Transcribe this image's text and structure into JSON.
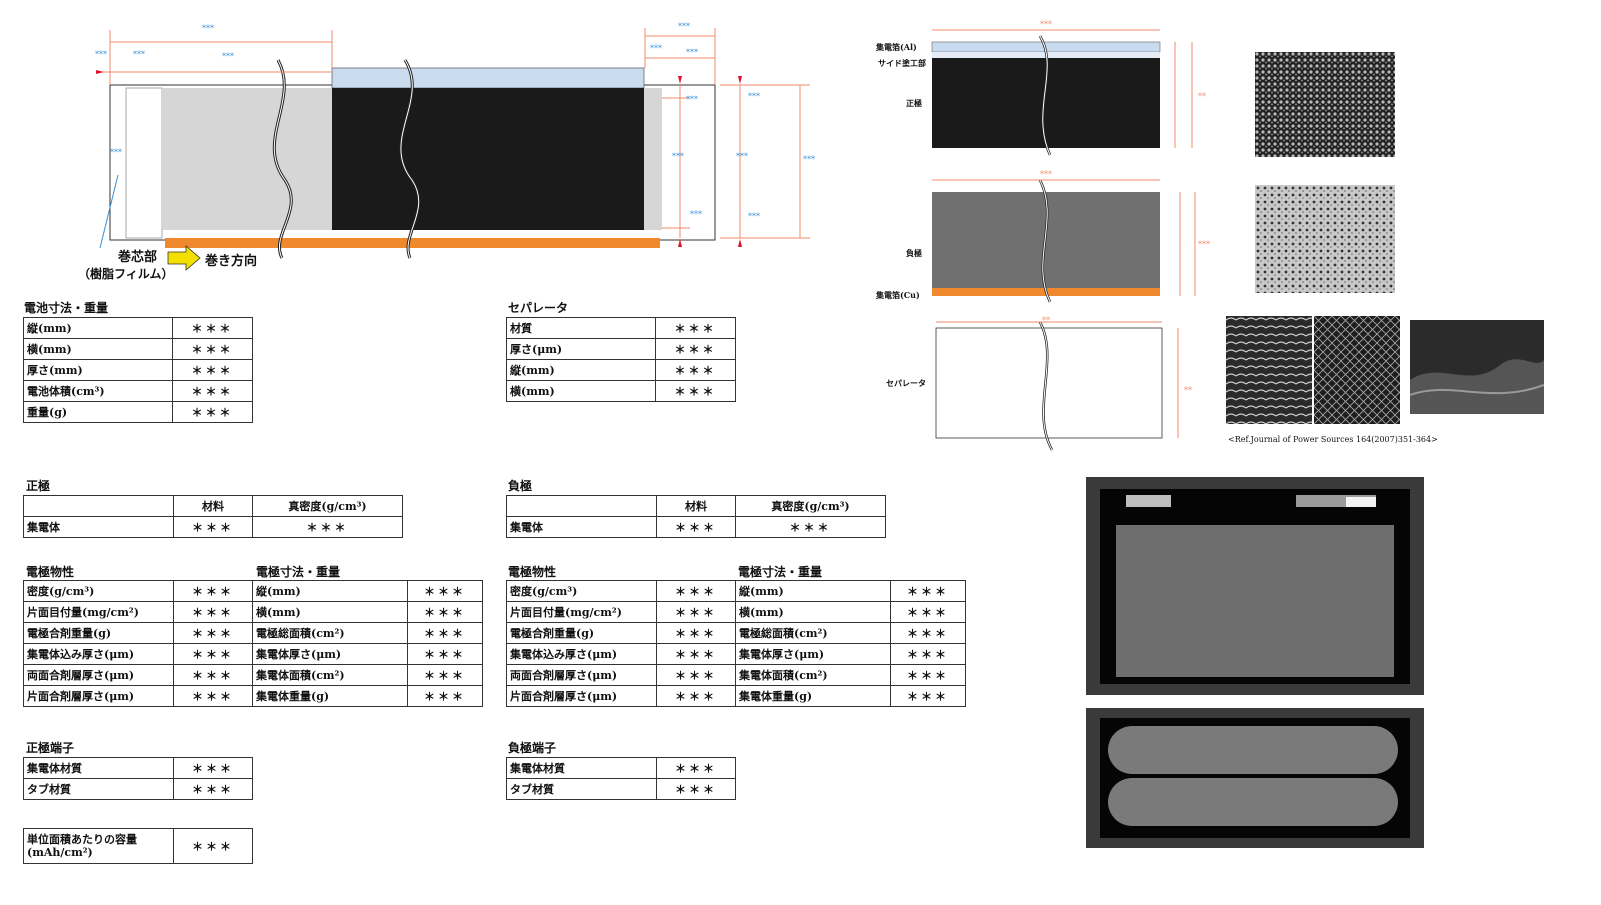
{
  "top_diagram": {
    "dims": {
      "d1": "***",
      "d2": "***",
      "d3": "***",
      "d4": "***",
      "d5": "***",
      "d6": "***",
      "d7": "***",
      "d8": "***",
      "d9": "***",
      "d10": "***",
      "d11": "***",
      "d12": "***",
      "d13": "***",
      "d14": "***",
      "d15": "***"
    },
    "core_label": "巻芯部",
    "film_label": "（樹脂フィルム）",
    "direction_label": "巻き方向"
  },
  "electrode_diagrams": {
    "cathode": {
      "collector_label": "集電箔(Al)",
      "side_label": "サイド塗工部",
      "electrode_label": "正極",
      "dim_top": "***",
      "dim_side": "**"
    },
    "anode": {
      "electrode_label": "負極",
      "collector_label": "集電箔(Cu)",
      "dim_top": "***",
      "dim_side": "***"
    },
    "separator": {
      "label": "セパレータ",
      "dim_top": "**",
      "dim_side": "**"
    },
    "reference": "<Ref.Journal of Power Sources 164(2007)351-364>"
  },
  "battery_dims": {
    "title": "電池寸法・重量",
    "rows": [
      {
        "label": "縦(mm)",
        "value": "＊＊＊"
      },
      {
        "label": "横(mm)",
        "value": "＊＊＊"
      },
      {
        "label": "厚さ(mm)",
        "value": "＊＊＊"
      },
      {
        "label": "電池体積(cm³)",
        "value": "＊＊＊"
      },
      {
        "label": "重量(g)",
        "value": "＊＊＊"
      }
    ]
  },
  "separator_table": {
    "title": "セパレータ",
    "rows": [
      {
        "label": "材質",
        "value": "＊＊＊"
      },
      {
        "label": "厚さ(μm)",
        "value": "＊＊＊"
      },
      {
        "label": "縦(mm)",
        "value": "＊＊＊"
      },
      {
        "label": "横(mm)",
        "value": "＊＊＊"
      }
    ]
  },
  "cathode": {
    "title": "正極",
    "header": {
      "material": "材料",
      "density": "真密度(g/cm³)"
    },
    "row": {
      "label": "集電体",
      "material": "＊＊＊",
      "density": "＊＊＊"
    },
    "props_title": "電極物性",
    "dims_title": "電極寸法・重量",
    "props": [
      {
        "label": "密度(g/cm³)",
        "value": "＊＊＊",
        "label2": "縦(mm)",
        "value2": "＊＊＊"
      },
      {
        "label": "片面目付量(mg/cm²)",
        "value": "＊＊＊",
        "label2": "横(mm)",
        "value2": "＊＊＊"
      },
      {
        "label": "電極合剤重量(g)",
        "value": "＊＊＊",
        "label2": "電極総面積(cm²)",
        "value2": "＊＊＊"
      },
      {
        "label": "集電体込み厚さ(μm)",
        "value": "＊＊＊",
        "label2": "集電体厚さ(μm)",
        "value2": "＊＊＊"
      },
      {
        "label": "両面合剤層厚さ(μm)",
        "value": "＊＊＊",
        "label2": "集電体面積(cm²)",
        "value2": "＊＊＊"
      },
      {
        "label": "片面合剤層厚さ(μm)",
        "value": "＊＊＊",
        "label2": "集電体重量(g)",
        "value2": "＊＊＊"
      }
    ],
    "terminal_title": "正極端子",
    "terminal": [
      {
        "label": "集電体材質",
        "value": "＊＊＊"
      },
      {
        "label": "タブ材質",
        "value": "＊＊＊"
      }
    ]
  },
  "anode": {
    "title": "負極",
    "header": {
      "material": "材料",
      "density": "真密度(g/cm³)"
    },
    "row": {
      "label": "集電体",
      "material": "＊＊＊",
      "density": "＊＊＊"
    },
    "props_title": "電極物性",
    "dims_title": "電極寸法・重量",
    "props": [
      {
        "label": "密度(g/cm³)",
        "value": "＊＊＊",
        "label2": "縦(mm)",
        "value2": "＊＊＊"
      },
      {
        "label": "片面目付量(mg/cm²)",
        "value": "＊＊＊",
        "label2": "横(mm)",
        "value2": "＊＊＊"
      },
      {
        "label": "電極合剤重量(g)",
        "value": "＊＊＊",
        "label2": "電極総面積(cm²)",
        "value2": "＊＊＊"
      },
      {
        "label": "集電体込み厚さ(μm)",
        "value": "＊＊＊",
        "label2": "集電体厚さ(μm)",
        "value2": "＊＊＊"
      },
      {
        "label": "両面合剤層厚さ(μm)",
        "value": "＊＊＊",
        "label2": "集電体面積(cm²)",
        "value2": "＊＊＊"
      },
      {
        "label": "片面合剤層厚さ(μm)",
        "value": "＊＊＊",
        "label2": "集電体重量(g)",
        "value2": "＊＊＊"
      }
    ],
    "terminal_title": "負極端子",
    "terminal": [
      {
        "label": "集電体材質",
        "value": "＊＊＊"
      },
      {
        "label": "タブ材質",
        "value": "＊＊＊"
      }
    ]
  },
  "capacity": {
    "label": "単位面積あたりの容量(mAh/cm²)",
    "value": "＊＊＊"
  },
  "colors": {
    "dimension_line": "#f08a6a",
    "dimension_text": "#3b8fd9",
    "electrode_dark": "#1a1a1a",
    "anode_gray": "#707070",
    "copper": "#f0892d",
    "aluminum": "#c9dcef",
    "arrow_yellow": "#f3e000"
  }
}
